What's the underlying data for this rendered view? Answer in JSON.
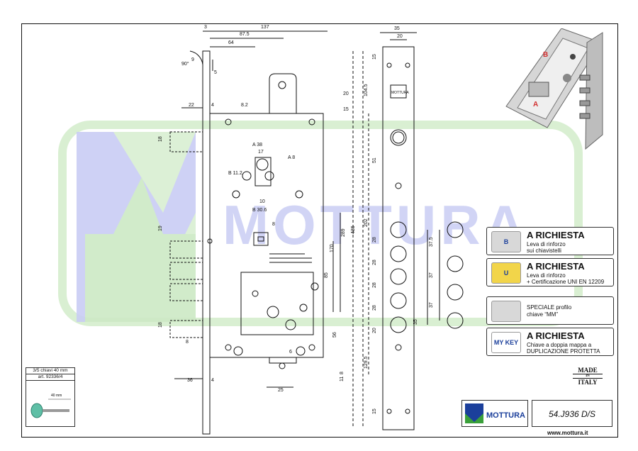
{
  "dims": {
    "top": [
      "3",
      "137",
      "87.5",
      "64"
    ],
    "angle": [
      "90°",
      "9",
      "5"
    ],
    "cover": [
      "35",
      "20"
    ],
    "upper": [
      "20",
      "15",
      "8.2"
    ],
    "left_h": [
      "22",
      "4"
    ],
    "diam": [
      "18",
      "19",
      "18"
    ],
    "cyl": [
      "A 38",
      "17",
      "A 8",
      "B 11.2",
      "10",
      "B 30.6",
      "8"
    ],
    "vertical": [
      "104.5",
      "202",
      "436",
      "289",
      "170",
      "85",
      "56",
      "8",
      "11",
      "129.5"
    ],
    "faceplate": [
      "15",
      "51",
      "28",
      "28",
      "28",
      "28",
      "20",
      "35",
      "15"
    ],
    "bolts": [
      "37.5",
      "37",
      "37"
    ],
    "lower": [
      "8",
      "36",
      "4",
      "25",
      "6"
    ]
  },
  "faceplate_mark": "MOTTURA",
  "watermark": {
    "text": "MOTTURA"
  },
  "photo_labels": {
    "b": "B",
    "a": "A"
  },
  "panels": [
    {
      "icon_letter": "B",
      "title": "A RICHIESTA",
      "lines": [
        "Leva di rinforzo",
        "sui chiavistelli"
      ]
    },
    {
      "icon_letter": "U",
      "title": "A RICHIESTA",
      "lines": [
        "Leva di rinforzo",
        "+ Certificazione UNI EN 12209"
      ]
    },
    {
      "icon_letter": "",
      "title": "",
      "lines": [
        "SPECIALE profilo",
        "chiave “MM”"
      ]
    },
    {
      "icon_letter": "MY KEY",
      "title": "A RICHIESTA",
      "lines": [
        "Chiave a doppia mappa a",
        "DUPLICAZIONE PROTETTA"
      ]
    }
  ],
  "key_info": {
    "line1": "3/5 chiavi 40 mm",
    "line2": "art. 92336/4",
    "key_len": "40 mm"
  },
  "made_in": {
    "made": "MADE",
    "in": "IN",
    "italy": "ITALY"
  },
  "brand": "MOTTURA",
  "model_code": "54.J936 D/S",
  "website": "www.mottura.it",
  "colors": {
    "watermark_blue": "#c9cdf4",
    "watermark_green": "#d9efd2",
    "photo_red": "#d23030",
    "logo_blue": "#1b3f9b",
    "logo_green": "#3aa03a"
  }
}
